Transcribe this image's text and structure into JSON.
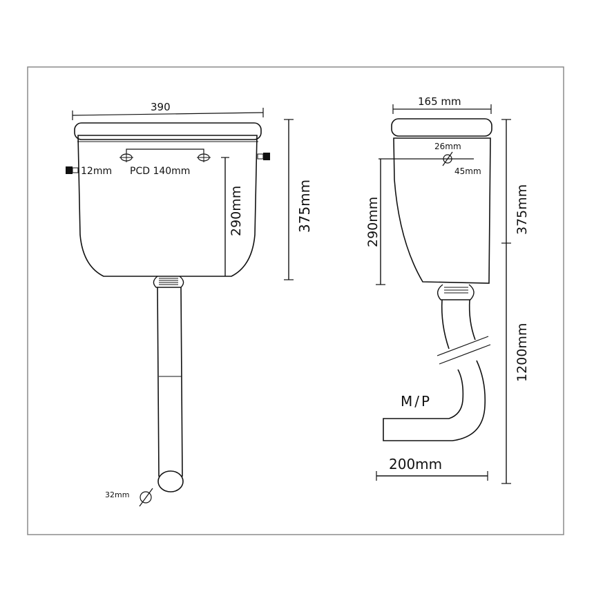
{
  "front_view": {
    "width_label": "390",
    "bracket_label": "12mm",
    "pcd_label": "PCD 140mm",
    "height_290_label": "290mm",
    "height_375_label": "375mm",
    "pipe_diameter_label": "32mm"
  },
  "side_view": {
    "depth_label": "165 mm",
    "inlet_label": "26mm",
    "outlet_label": "45mm",
    "height_290_label": "290mm",
    "height_375_label": "375mm",
    "pipe_length_label": "1200mm",
    "pipe_type_label": "M/P",
    "offset_label": "200mm"
  },
  "colors": {
    "line": "#111111",
    "frame": "#8a8a8a",
    "background": "#ffffff"
  }
}
